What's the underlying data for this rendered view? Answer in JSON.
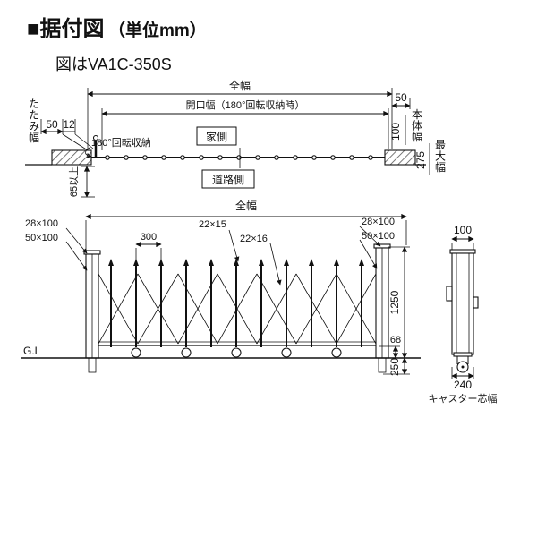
{
  "header": {
    "title_main": "■据付図",
    "title_unit": "（単位mm）",
    "subtitle": "図はVA1C-350S"
  },
  "plan_view": {
    "total_width": "全幅",
    "opening_width": "開口幅（180°回転収納時）",
    "fold_width": "たたみ幅",
    "dim_50_left": "50",
    "dim_12": "12",
    "rotation_note": "180°回転収納",
    "house_side": "家側",
    "road_side": "道路側",
    "dim_50_right": "50",
    "dim_100": "100",
    "body_width": "本体幅",
    "dim_275": "275",
    "max_width": "最大幅",
    "dim_65_min": "65以上"
  },
  "elevation_view": {
    "total_width": "全幅",
    "left_frame_size": "28×100",
    "left_post_size": "50×100",
    "pitch_300": "300",
    "bar_size": "22×15",
    "lattice_size": "22×16",
    "right_frame_size": "28×100",
    "right_post_size": "50×100",
    "side_width_100": "100",
    "ground_level": "G.L",
    "height_1250": "1250",
    "gap_68": "68",
    "embed_250": "250",
    "caster_width_240": "240",
    "caster_width_label": "キャスター芯幅"
  }
}
